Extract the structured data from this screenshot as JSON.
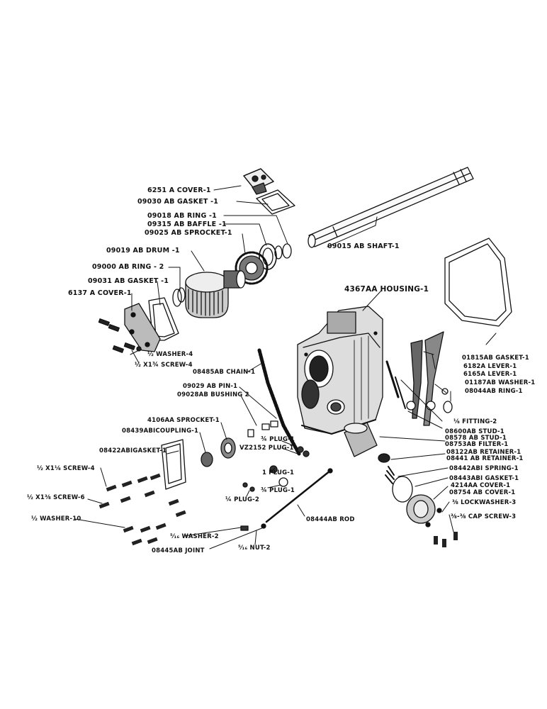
{
  "labels": {
    "cover_6251": "6251 A  COVER-1",
    "gasket_09030": "09030 AB GASKET -1",
    "ring_09018": "09018 AB RING -1",
    "baffle_09315": "09315 AB BAFFLE -1",
    "sprocket_09025": "09025 AB SPROCKET-1",
    "drum_09019": "09019 AB DRUM -1",
    "ring_09000": "09000 AB RING - 2",
    "gasket_09031": "09031 AB GASKET -1",
    "cover_6137": "6137 A  COVER-1",
    "washer_4": "½ WASHER-4",
    "screw_4": "½ X1¾ SCREW-4",
    "shaft_09015": "09015 AB SHAFT-1",
    "housing_4367": "4367AA HOUSING-1",
    "chain_08485": "08485AB CHAIN-1",
    "pin_09029": "09029 AB PIN-1",
    "bushing_09028": "09028AB BUSHING 2",
    "sprocket_4106": "4106AA SPROCKET-1",
    "coupling_08439": "08439ABICOUPLING-1",
    "gasket_08422": "08422ABIGASKET-1",
    "plug_34": "¾ PLUG-1",
    "plug_vz2152": "VZ2152 PLUG-1",
    "plug_1": "1 PLUG-1",
    "plug_34b": "¾ PLUG-1",
    "plug_14": "¼ PLUG-2",
    "screw_12x1_4": "½ X1⅛ SCREW-4",
    "screw_12x1_6": "½ X1⅜ SCREW-6",
    "washer_10": "½ WASHER-10",
    "washer_2": "⁵⁄₁₆ WASHER-2",
    "joint_08445": "08445AB JOINT",
    "nut_2": "⁵⁄₁₆ NUT-2",
    "rod_08444": "08444AB ROD",
    "gasket_01815": "01815AB GASKET-1",
    "lever_6182": "6182A LEVER-1",
    "lever_6165": "6165A LEVER-1",
    "washer_01187": "01187AB WASHER-1",
    "ring_08044": "08044AB RING-1",
    "fitting_2": "⅛ FITTING-2",
    "stud_08600": "08600AB STUD-1",
    "stud_08578": "08578 AB STUD-1",
    "filter_08753": "08753AB FILTER-1",
    "retainer_08122": "08122AB RETAINER-1",
    "retainer_08441": "08441 AB RETAINER-1",
    "spring_08442": "08442ABI SPRING-1",
    "gasket_08443": "08443ABI GASKET-1",
    "cover_4214": "4214AA COVER-1",
    "cover_08754": "08754 AB COVER-1",
    "lockwasher_3": "⅜ LOCKWASHER-3",
    "capscrew_3": "⅜-⅜ CAP SCREW-3"
  }
}
